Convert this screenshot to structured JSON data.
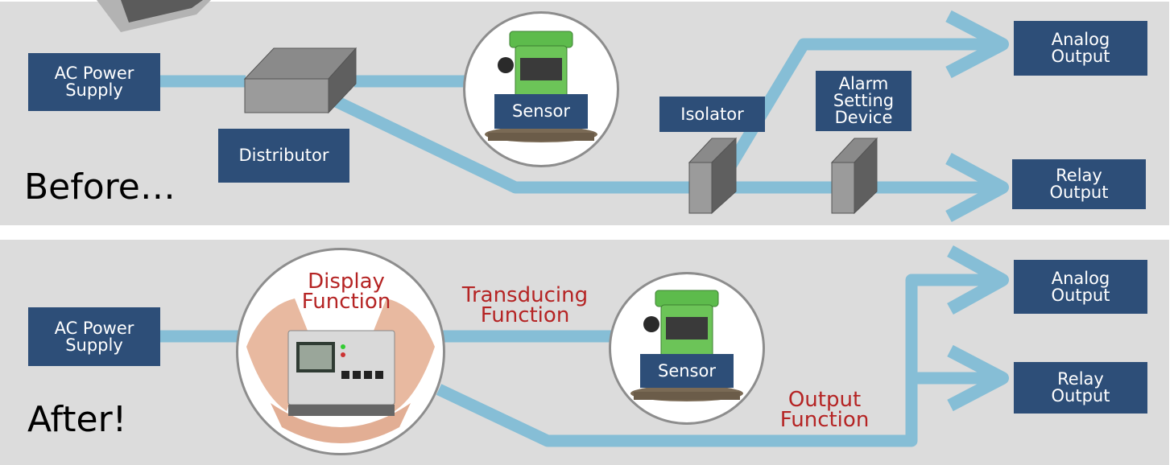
{
  "before": {
    "heading": "Before…",
    "ac_power": "AC Power\nSupply",
    "distributor": "Distributor",
    "sensor": "Sensor",
    "isolator": "Isolator",
    "alarm": "Alarm\nSetting\nDevice",
    "analog_output": "Analog\nOutput",
    "relay_output": "Relay\nOutput"
  },
  "after": {
    "heading": "After!",
    "ac_power": "AC Power\nSupply",
    "display_function": "Display\nFunction",
    "transducing_function": "Transducing\nFunction",
    "output_function": "Output\nFunction",
    "sensor": "Sensor",
    "analog_output": "Analog\nOutput",
    "relay_output": "Relay\nOutput"
  },
  "colors": {
    "box": "#2d4e78",
    "line": "#86bed6",
    "panel": "#dcdcdc",
    "function_text": "#b52424"
  },
  "icons": [
    "distributor-block-icon",
    "isolator-block-icon",
    "alarm-block-icon",
    "sensor-device-icon",
    "controller-in-hands-icon",
    "monitor-corner-icon"
  ]
}
